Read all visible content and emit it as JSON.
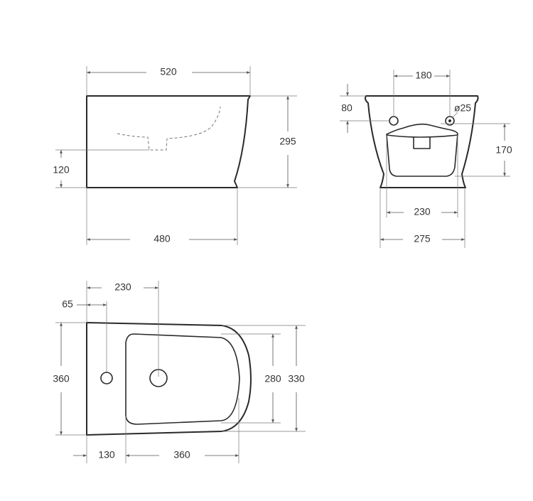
{
  "side_view": {
    "dims": {
      "overall_length": "520",
      "base_length": "480",
      "height": "295",
      "outlet_height": "120"
    }
  },
  "rear_view": {
    "dims": {
      "hole_spacing": "180",
      "hole_diameter": "ø25",
      "hole_height_from_top": "80",
      "outlet_height": "170",
      "outlet_width": "230",
      "base_width": "275"
    }
  },
  "top_view": {
    "dims": {
      "tap_hole_to_bowl": "230",
      "tap_hole_offset": "65",
      "overall_width": "360",
      "bowl_width": "280",
      "rim_width": "330",
      "rear_to_bowl": "130",
      "bowl_length": "360"
    }
  },
  "colors": {
    "outline": "#2a2a2a",
    "dimension": "#555555",
    "background": "#ffffff"
  }
}
